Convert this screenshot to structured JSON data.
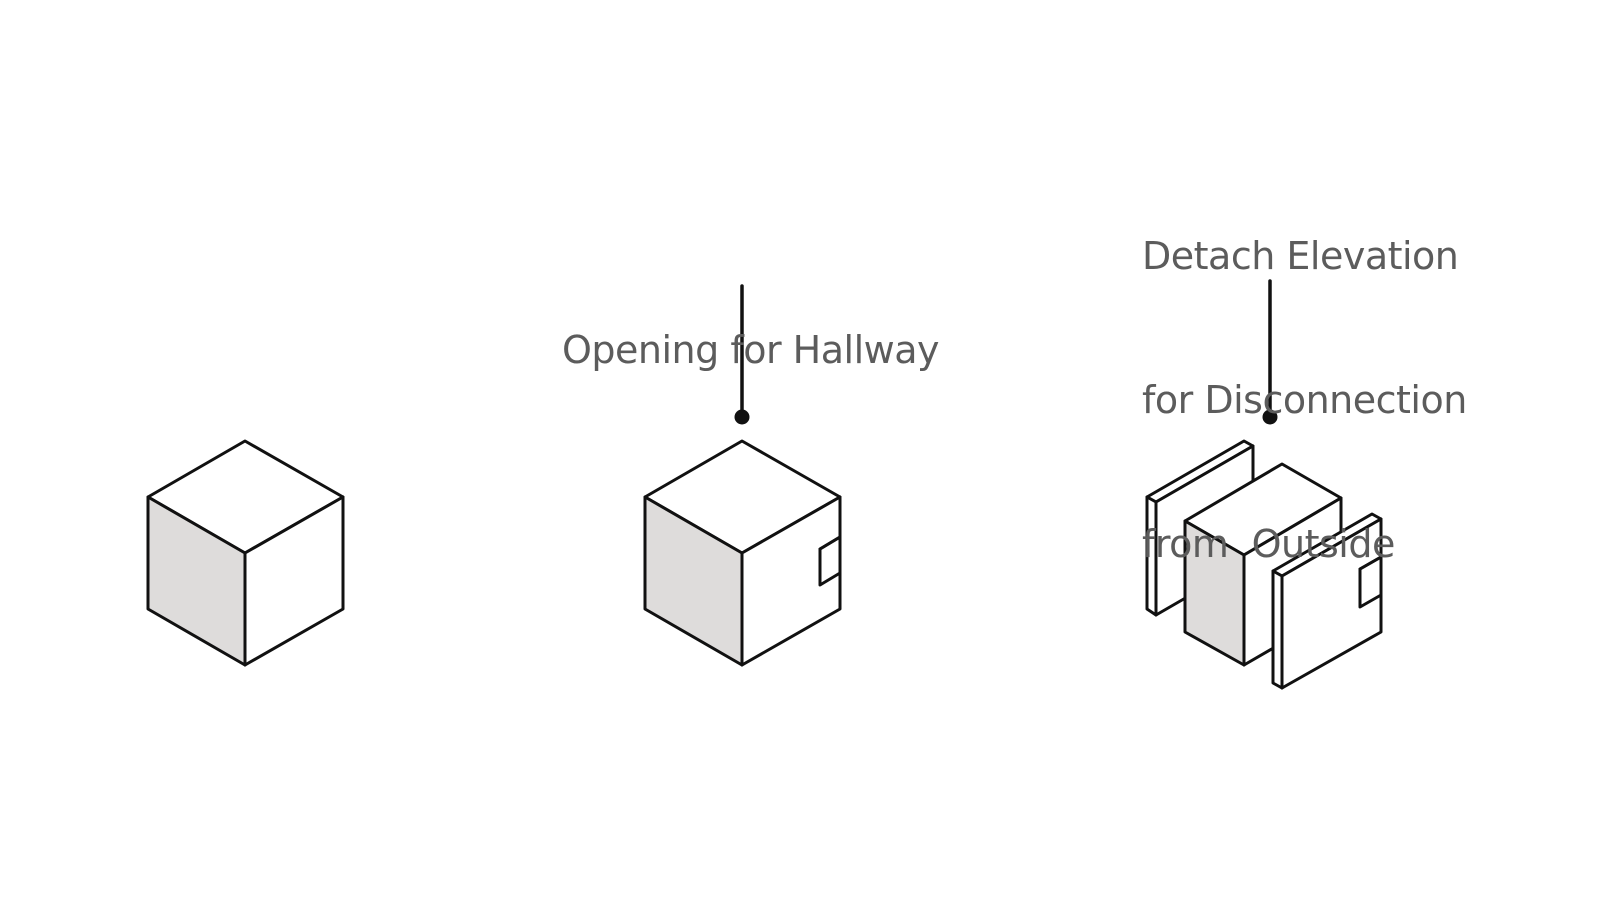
{
  "annotations": {
    "hallway": "Opening for Hallway",
    "detach": [
      "Detach Elevation",
      "for Disconnection",
      "from  Outside"
    ]
  },
  "colors": {
    "stroke": "#111111",
    "face_light": "#ffffff",
    "face_shaded": "#dedcdb",
    "text": "#5c5c5c"
  }
}
